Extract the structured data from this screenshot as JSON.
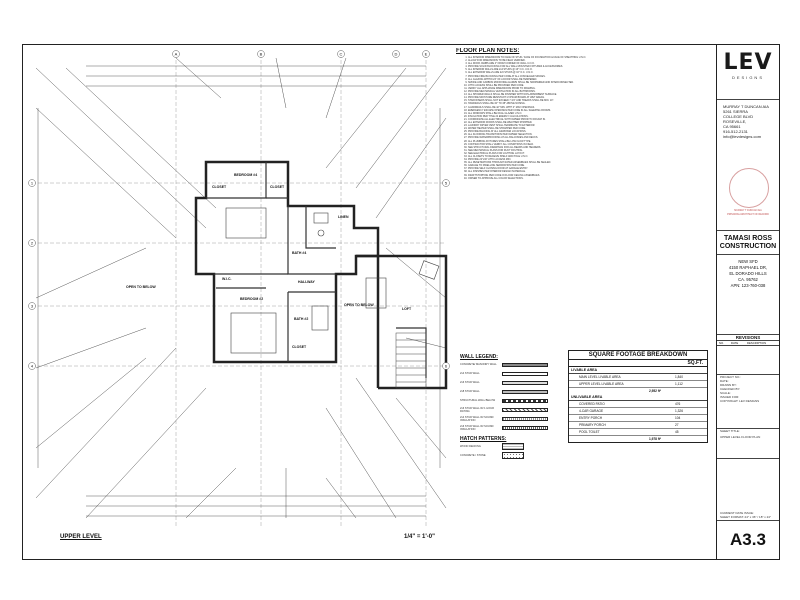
{
  "notes": {
    "title": "FLOOR PLAN NOTES:",
    "items": [
      "ALL INTERIOR DIMENSIONS TO FACE OF STUD / FACE OF FOUNDATION & FACE OF SHEATHING U.N.O.",
      "ALLOW FOR DIMENSIONS TO BE FIELD VERIFIED.",
      "ALL DOOR JAMBS ARE 4\" FROM CORNER OF WALL U.N.O.",
      "PROVIDE SOLID BLOCKING FOR ALL WALL MOUNTED FIXTURES & ACCESSORIES.",
      "ALL INTERIOR WALLS ARE 2x4 STUDS @ 16\" O.C. U.N.O.",
      "ALL EXTERIOR WALLS ARE 2x6 STUDS @ 16\" O.C. U.N.O.",
      "PROVIDE FIRE BLOCKING PER CODE AT ALL CONCEALED SPACES.",
      "ALL GLAZING WITHIN 24\" OF A DOOR SHALL BE TEMPERED.",
      "SMOKE AND CARBON MONOXIDE ALARMS SHALL BE HARDWIRED AND INTERCONNECTED.",
      "ATTIC ACCESS SHALL BE PROVIDED PER CODE.",
      "VERIFY ALL APPLIANCE DIMENSIONS PRIOR TO FRAMING.",
      "PROVIDE MECHANICAL VENTILATION IN ALL BATHROOMS.",
      "ALL SHOWER WALLS SHALL BE FINISHED WITH NON-ABSORBENT SURFACE.",
      "PROVIDE MOISTURE RESISTANT GYPSUM BOARD AT WET AREAS.",
      "STAIR RISERS SHALL NOT EXCEED 7 3/4\" AND TREADS SHALL BE MIN. 10\".",
      "HANDRAILS SHALL BE 34\" TO 38\" ABOVE NOSING.",
      "GUARDRAILS SHALL BE 42\" MIN. WITH 4\" MAX OPENINGS.",
      "EMERGENCY ESCAPE OPENINGS PER CODE IN ALL SLEEPING ROOMS.",
      "ALL WINDOWS SHALL BE DUAL GLAZED U.N.O.",
      "INSULATION PER TITLE 24 ENERGY CALCULATIONS.",
      "COORDINATE ALL ELECTRICAL WITH OWNER PRIOR TO ROUGH IN.",
      "ALL EXTERIOR DOORS SHALL BE WEATHER STRIPPED.",
      "LAUNDRY DRYER VENT SHALL TERMINATE TO EXTERIOR.",
      "WATER HEATER SHALL BE STRAPPED PER CODE.",
      "PROVIDE BACKING AT ALL GRAB BAR LOCATIONS.",
      "ALL FLOORING TRANSITIONS PER OWNER SELECTION.",
      "PROVIDE WATERPROOFING AT ALL BALCONIES AND DECKS.",
      "ALL PLUMBING FIXTURES SHALL BE LOW FLOW TYPE.",
      "CONTRACTOR SHALL VERIFY ALL CONDITIONS IN FIELD.",
      "SEE STRUCTURAL DRAWINGS FOR ALL BEAMS AND HEADERS.",
      "SEE MECHANICAL PLANS FOR DUCT ROUTING.",
      "SEE ELECTRICAL PLANS FOR LIGHTING LAYOUT.",
      "ALL CLOSETS TO RECEIVE SHELF AND POLE U.N.O.",
      "PROVIDE 22\"x30\" ATTIC ACCESS MIN.",
      "ALL PENETRATIONS THROUGH RATED ASSEMBLIES SHALL BE SEALED.",
      "GARAGE TO DWELLING SEPARATION PER CODE.",
      "PROVIDE SELF CLOSING DOOR AT GARAGE ENTRY.",
      "ALL FINISHES PER INTERIOR DESIGN SCHEDULE.",
      "DRAFTSTOPPING PER CODE IN FLOOR CEILING ASSEMBLIES.",
      "OWNER TO APPROVE ALL COLOR SELECTIONS."
    ]
  },
  "plan": {
    "rooms": [
      "BEDROOM #4",
      "CLOSET",
      "BATH #4",
      "CLOSET",
      "LOFT",
      "HALLWAY",
      "W.I.C.",
      "BEDROOM #2",
      "BATH #2",
      "CLOSET",
      "OPEN TO BELOW",
      "OPEN TO BELOW",
      "LINEN"
    ],
    "grid_top": [
      "A",
      "B",
      "C",
      "D",
      "E"
    ],
    "grid_side": [
      "1",
      "2",
      "3",
      "4",
      "5",
      "6"
    ],
    "view_label": "UPPER LEVEL",
    "scale": "1/4\" = 1'-0\""
  },
  "wall_legend": {
    "title": "WALL LEGEND:",
    "items": [
      "CONCRETE/ MASONRY WALL",
      "2x4 STUD WALL",
      "2x6 STUD WALL",
      "2x8 STUD WALL",
      "STRUCTURAL WALL BELOW",
      "2x6 STUD WALL W/ 1 HOUR RATING",
      "2x4 STUD WALL W/ SOUND INSULATION",
      "2x6 STUD WALL W/ SOUND INSULATION"
    ],
    "hatch_title": "HATCH PATTERNS:",
    "hatch_items": [
      "WOOD DECKING",
      "CONCRETE / STONE"
    ]
  },
  "sqft": {
    "title": "SQUARE FOOTAGE BREAKDOWN",
    "unit": "SQ.FT.",
    "livable_label": "LIVABLE AREA",
    "livable": [
      {
        "name": "MAIN LEVEL LIVABLE AREA",
        "value": "1,840"
      },
      {
        "name": "UPPER LEVEL LIVABLE AREA",
        "value": "1,112"
      }
    ],
    "livable_total": "2,952 ft²",
    "unlivable_label": "UNLIVABLE AREA",
    "unlivable": [
      {
        "name": "COVERED PATIO",
        "value": "476"
      },
      {
        "name": "4-CAR GARAGE",
        "value": "1,326"
      },
      {
        "name": "ENTRY PORCH",
        "value": "104"
      },
      {
        "name": "PRIMARY PORCH",
        "value": "27"
      },
      {
        "name": "POOL TOILET",
        "value": "45"
      }
    ],
    "unlivable_total": "1,978 ft²"
  },
  "titleblock": {
    "logo": "LEV",
    "logo_sub": "DESIGNS",
    "address": [
      "MURRAY T DUNCAN AIA",
      "5261 SIERRA",
      "COLLEGE BLVD",
      "ROSEVILLE,",
      "CA 95661",
      "916-512-2131",
      "info@levdesigns.com"
    ],
    "seal_text": "MURRAY T DUNCAN AIA",
    "seal_caption": "PRINCIPAL/ARCHITECT OF RECORD",
    "firm": [
      "TAMASI ROSS",
      "CONSTRUCTION"
    ],
    "project": [
      "NEW SFD",
      "4150 RAPHAEL DR,",
      "EL DORADO HILLS",
      "CA. 95762",
      "APN: 123-760-038"
    ],
    "revisions_title": "REVISIONS",
    "rev_headers": [
      "NO.",
      "DATE",
      "DESCRIPTION"
    ],
    "info": [
      "PROJECT NO.:",
      "DATE:",
      "DRAWN BY:",
      "CHECKED BY:",
      "SCALE:",
      "ISSUED FOR:",
      "COPYRIGHT: LEV DESIGNS"
    ],
    "sheet_title_label": "SHEET TITLE:",
    "sheet_title": "UPPER LEVEL FLOOR PLAN",
    "current_issue": "CURRENT DATE ISSUE:",
    "sheet_format": "SHEET FORMAT: 24\" x 36\" / 18\" x 24\"",
    "sheet_no": "A3.3"
  }
}
